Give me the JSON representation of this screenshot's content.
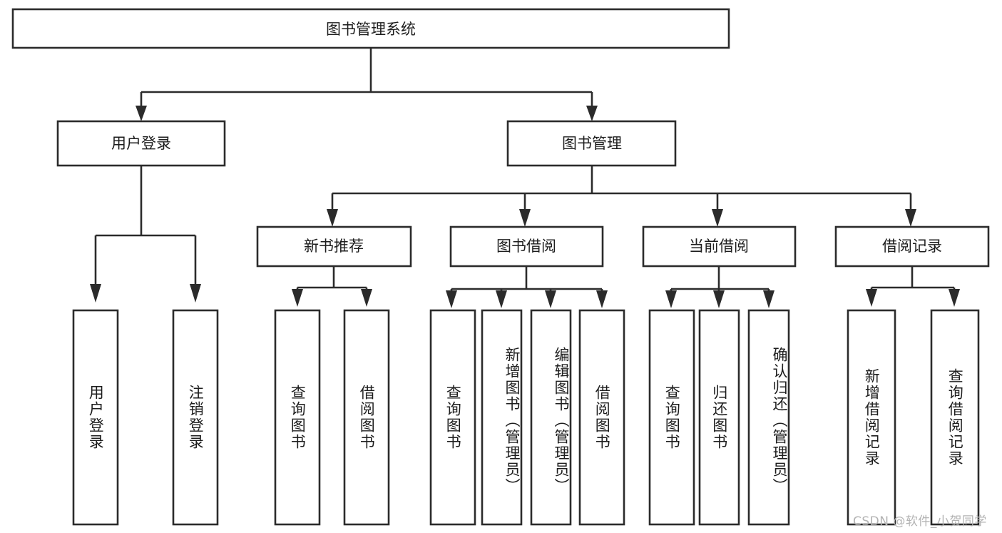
{
  "diagram": {
    "title": "图书管理系统",
    "type": "tree-hierarchy-diagram",
    "watermark": "CSDN @软件_小贺同学",
    "colors": {
      "stroke": "#2b2b2b",
      "box_fill": "#ffffff",
      "text": "#1d1d1d",
      "background": "#ffffff",
      "watermark": "#b3b3b3"
    },
    "root": {
      "label": "图书管理系统"
    },
    "level2": [
      {
        "label": "用户登录"
      },
      {
        "label": "图书管理"
      }
    ],
    "level3": [
      {
        "label": "新书推荐"
      },
      {
        "label": "图书借阅"
      },
      {
        "label": "当前借阅"
      },
      {
        "label": "借阅记录"
      }
    ],
    "leaves": {
      "user_login": [
        {
          "label": "用户登录"
        },
        {
          "label": "注销登录"
        }
      ],
      "new_book_recommend": [
        {
          "label": "查询图书"
        },
        {
          "label": "借阅图书"
        }
      ],
      "book_borrow": [
        {
          "label": "查询图书"
        },
        {
          "label": "新增图书（管理员）"
        },
        {
          "label": "编辑图书（管理员）"
        },
        {
          "label": "借阅图书"
        }
      ],
      "current_borrow": [
        {
          "label": "查询图书"
        },
        {
          "label": "归还图书"
        },
        {
          "label": "确认归还（管理员）"
        }
      ],
      "borrow_record": [
        {
          "label": "新增借阅记录"
        },
        {
          "label": "查询借阅记录"
        }
      ]
    }
  }
}
